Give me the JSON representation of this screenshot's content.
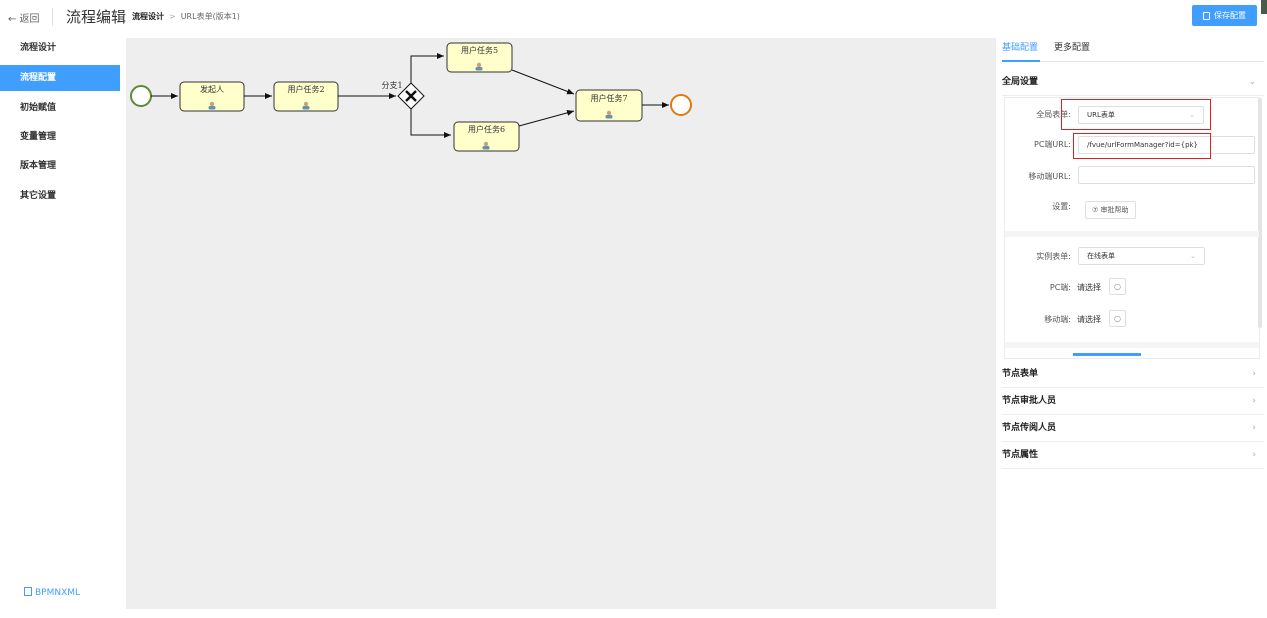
{
  "header": {
    "back_label": "← 返回",
    "app_title": "流程编辑",
    "breadcrumb_1": "流程设计",
    "breadcrumb_sep": ">",
    "breadcrumb_2": "URL表单(版本1)",
    "save_label": "保存配置"
  },
  "sidebar": {
    "items": [
      {
        "label": "流程设计",
        "active": false
      },
      {
        "label": "流程配置",
        "active": true
      },
      {
        "label": "初始赋值",
        "active": false
      },
      {
        "label": "变量管理",
        "active": false
      },
      {
        "label": "版本管理",
        "active": false
      },
      {
        "label": "其它设置",
        "active": false
      }
    ],
    "bpmn_label": "BPMNXML"
  },
  "diagram": {
    "start_task": "发起人",
    "task2": "用户任务2",
    "gateway": "分支1",
    "task5": "用户任务5",
    "task6": "用户任务6",
    "task7": "用户任务7"
  },
  "panel": {
    "tabs": [
      "基础配置",
      "更多配置"
    ],
    "global_section": "全局设置",
    "global_form_label": "全局表单:",
    "global_form_value": "URL表单",
    "pc_url_label": "PC端URL:",
    "pc_url_value": "/fvue/urlFormManager?id={pk}",
    "mobile_url_label": "移动端URL:",
    "mobile_url_value": "",
    "settings_label": "设置:",
    "help_button": "⑦ 审批帮助",
    "instance_form_label": "实例表单:",
    "instance_form_value": "在线表单",
    "pc_label": "PC端:",
    "pc_value": "请选择",
    "mobile_label": "移动端:",
    "mobile_value": "请选择",
    "sections": [
      "节点表单",
      "节点审批人员",
      "节点传阅人员",
      "节点属性"
    ]
  },
  "colors": {
    "accent": "#409eff",
    "task_fill": "#ffffcc",
    "start_stroke": "#5a8a3a",
    "end_stroke": "#e07a10",
    "highlight": "#e02020"
  }
}
